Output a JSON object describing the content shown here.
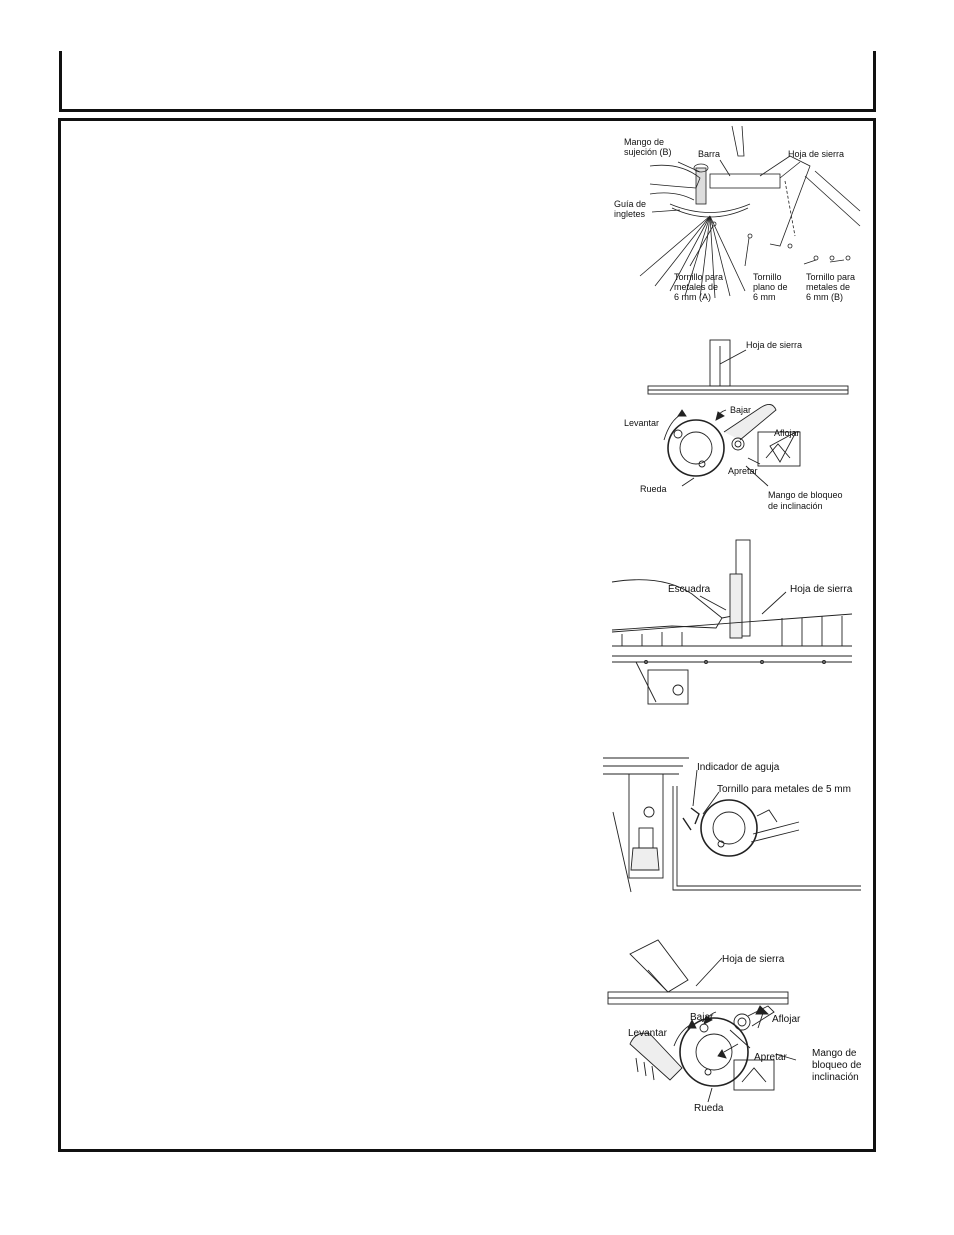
{
  "figures": {
    "fig1": {
      "mango_l1": "Mango de",
      "mango_l2": "sujeción (B)",
      "barra": "Barra",
      "hoja": "Hoja de sierra",
      "guia_l1": "Guía de",
      "guia_l2": "ingletes",
      "tornA_l1": "Tornillo para",
      "tornA_l2": "metales de",
      "tornA_l3": "6 mm (A)",
      "plano_l1": "Tornillo",
      "plano_l2": "plano de",
      "plano_l3": "6 mm",
      "tornB_l1": "Tornillo para",
      "tornB_l2": "metales de",
      "tornB_l3": "6 mm (B)"
    },
    "fig2": {
      "hoja": "Hoja de sierra",
      "bajar": "Bajar",
      "levantar": "Levantar",
      "aflojar": "Aflojar",
      "apretar": "Apretar",
      "rueda": "Rueda",
      "mango_l1": "Mango de bloqueo",
      "mango_l2": "de inclinación"
    },
    "fig3": {
      "escuadra": "Escuadra",
      "hoja": "Hoja de sierra"
    },
    "fig4": {
      "indicador": "Indicador de aguja",
      "tornillo": "Tornillo para metales de 5 mm"
    },
    "fig5": {
      "hoja": "Hoja de sierra",
      "bajar": "Bajar",
      "aflojar": "Aflojar",
      "levantar": "Levantar",
      "apretar": "Apretar",
      "mango_l1": "Mango de",
      "mango_l2": "bloqueo de",
      "mango_l3": "inclinación",
      "rueda": "Rueda"
    }
  }
}
